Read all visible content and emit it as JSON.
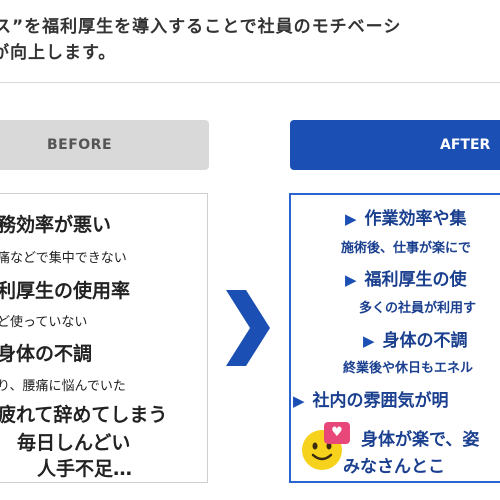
{
  "headline": {
    "line1": "ス”を福利厚生を導入することで社員のモチベーシ",
    "line2": "が向上します。"
  },
  "before": {
    "label": "BEFORE",
    "items": [
      {
        "text": "務効率が悪い",
        "style": "big"
      },
      {
        "text": "痛などで集中できない",
        "style": "small"
      },
      {
        "text": "利厚生の使用率",
        "style": "big"
      },
      {
        "text": "ど使っていない",
        "style": "small"
      },
      {
        "text": "身体の不調",
        "style": "big"
      },
      {
        "text": "り、腰痛に悩んでいた",
        "style": "small"
      },
      {
        "text": "疲れて辞めてしまう",
        "style": "big"
      },
      {
        "text": "毎日しんどい",
        "style": "big"
      },
      {
        "text": "人手不足…",
        "style": "big"
      }
    ]
  },
  "after": {
    "label": "AFTER",
    "items": [
      {
        "text": "作業効率や集",
        "style": "big",
        "arrow": true
      },
      {
        "text": "施術後、仕事が楽にで",
        "style": "small",
        "arrow": false
      },
      {
        "text": "福利厚生の使",
        "style": "big",
        "arrow": true
      },
      {
        "text": "多くの社員が利用す",
        "style": "small",
        "arrow": false
      },
      {
        "text": "身体の不調",
        "style": "big",
        "arrow": true
      },
      {
        "text": "終業後や休日もエネル",
        "style": "small",
        "arrow": false
      },
      {
        "text": "社内の雰囲気が明",
        "style": "big",
        "arrow": true
      },
      {
        "text": "身体が楽で、姿",
        "style": "big",
        "arrow": false
      },
      {
        "text": "みなさんとこ",
        "style": "big",
        "arrow": false
      }
    ]
  },
  "icons": {
    "arrow": "chevron-right-icon",
    "smiley": "smiley-face-icon",
    "heart": "heart-icon",
    "triangle": "triangle-right-icon"
  },
  "colors": {
    "accent": "#1c4fb4",
    "before_header": "#d9d9d9",
    "smiley": "#f7d21c",
    "heart_badge": "#e8477a"
  }
}
